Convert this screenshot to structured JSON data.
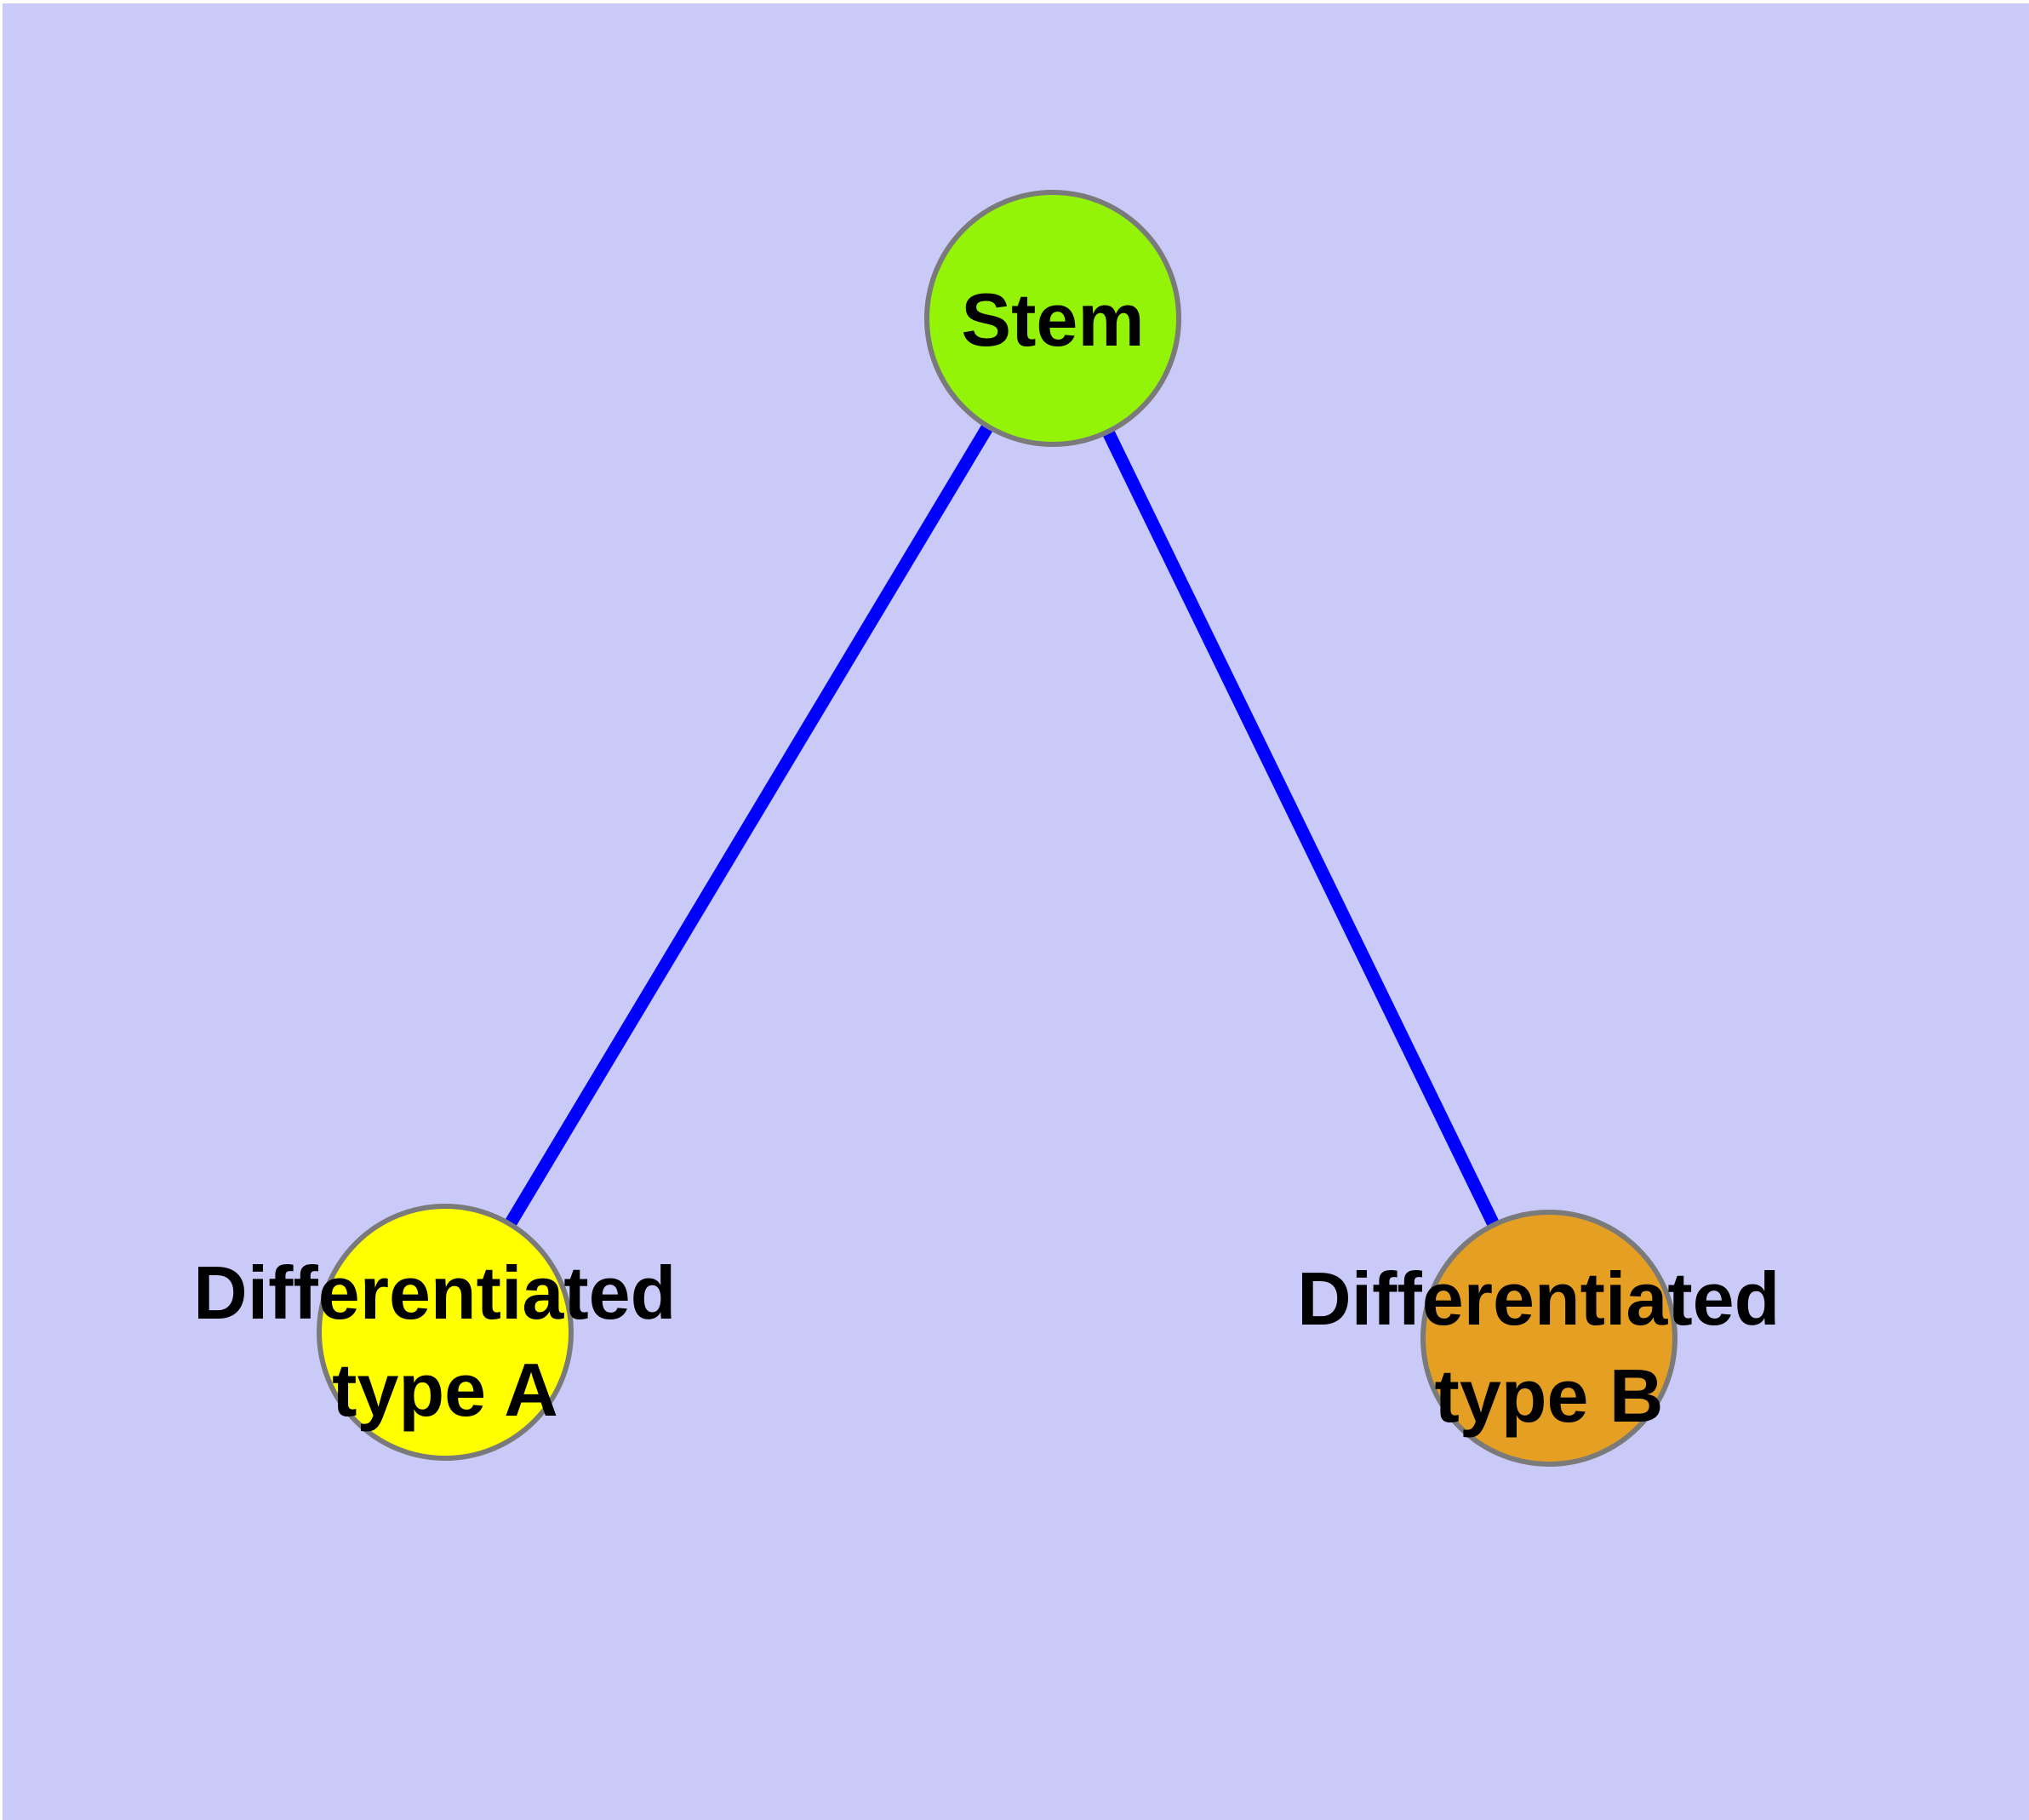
{
  "diagram": {
    "type": "graph",
    "background_color": "#CACAF8",
    "top_margin_color": "#FFFFFF",
    "edge_color": "#0000FF",
    "node_border_color": "#7A7A7A",
    "label_color": "#000000",
    "nodes": [
      {
        "id": "stem",
        "label_lines": [
          "Stem"
        ],
        "color": "#93F408"
      },
      {
        "id": "type-a",
        "label_lines": [
          "Differentiated",
          "type A"
        ],
        "color": "#FFFF00"
      },
      {
        "id": "type-b",
        "label_lines": [
          "Differentiated",
          "type B"
        ],
        "color": "#E5A023"
      }
    ],
    "edges": [
      {
        "from": "Stem",
        "to": "Differentiated type A"
      },
      {
        "from": "Stem",
        "to": "Differentiated type B"
      }
    ]
  }
}
